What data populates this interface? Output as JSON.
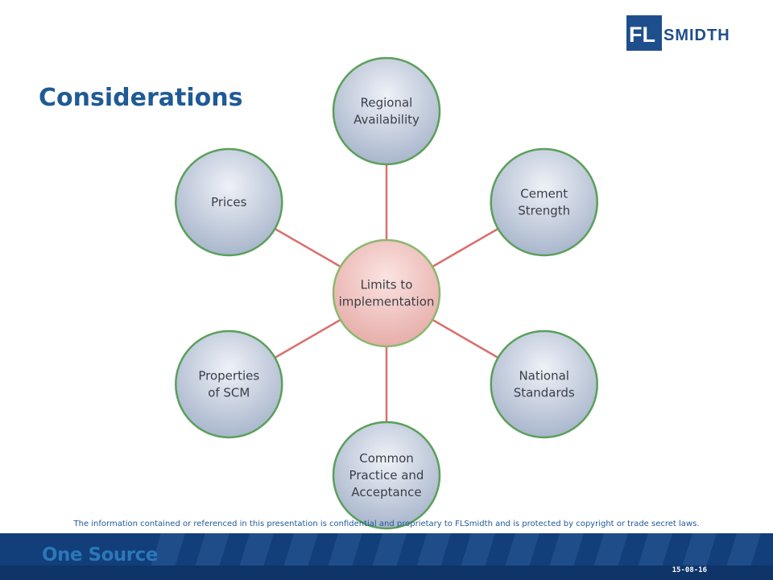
{
  "logo": {
    "text_fl": "FL",
    "text_rest": "SMIDTH",
    "color": "#1f4e8c"
  },
  "title": "Considerations",
  "diagram": {
    "center": {
      "lines": [
        "Limits to",
        "implementation"
      ],
      "fill": "#f2c7c4",
      "stroke": "#8bb86e"
    },
    "nodes": [
      {
        "id": "regional-availability",
        "lines": [
          "Regional",
          "Availability"
        ]
      },
      {
        "id": "cement-strength",
        "lines": [
          "Cement",
          "Strength"
        ]
      },
      {
        "id": "national-standards",
        "lines": [
          "National",
          "Standards"
        ]
      },
      {
        "id": "common-practice",
        "lines": [
          "Common",
          "Practice and",
          "Acceptance"
        ]
      },
      {
        "id": "properties-of-scm",
        "lines": [
          "Properties",
          "of SCM"
        ]
      },
      {
        "id": "prices",
        "lines": [
          "Prices"
        ]
      }
    ],
    "node_fill": "#c9d2e2",
    "node_stroke": "#5aa05a",
    "connector_color": "#d9706e"
  },
  "footer": {
    "notice": "The information contained or referenced in this presentation is confidential and proprietary to FLSmidth and is protected by copyright or trade secret laws.",
    "brand": "One Source",
    "date": "15-08-16",
    "band_color": "#123e7a"
  }
}
